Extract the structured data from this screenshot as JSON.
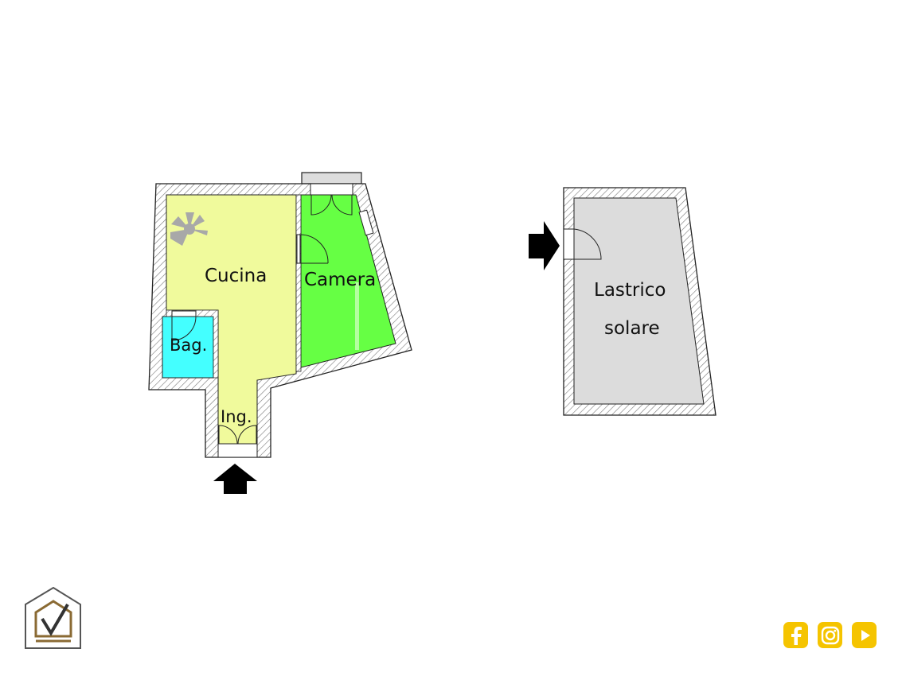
{
  "rooms": {
    "cucina": "Cucina",
    "camera": "Camera",
    "bagno": "Bag.",
    "ingresso": "Ing.",
    "lastrico_line1": "Lastrico",
    "lastrico_line2": "solare"
  },
  "colors": {
    "cucina": "#f0fa9c",
    "camera": "#66ff44",
    "bagno": "#44ffff",
    "lastrico": "#dcdcdc",
    "wall_fill": "#ffffff",
    "wall_hatch": "#777777",
    "arrow": "#000000",
    "social_accent": "#f5c400",
    "logo_brown": "#8a6a33",
    "logo_grey": "#555555"
  },
  "icons": {
    "entrance_arrow": "arrow-up-icon",
    "terrace_arrow": "arrow-right-icon",
    "stair": "spiral-stair-icon",
    "brand_logo": "house-check-logo",
    "social": [
      "facebook-icon",
      "instagram-icon",
      "youtube-icon"
    ]
  }
}
